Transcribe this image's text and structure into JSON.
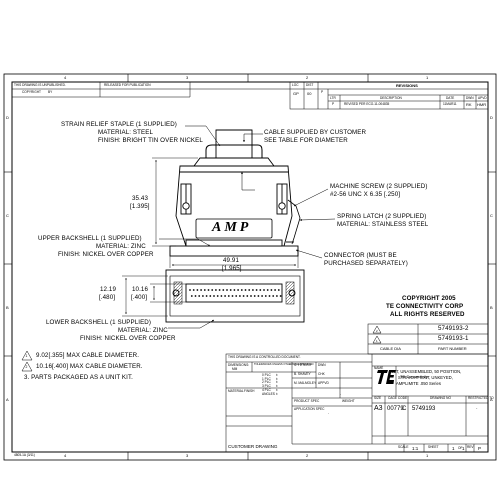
{
  "border": {
    "top_numbers": [
      "4",
      "3",
      "2",
      "1"
    ],
    "bottom_numbers": [
      "4",
      "3",
      "2",
      "1"
    ],
    "left_letters": [
      "D",
      "C",
      "B",
      "A"
    ],
    "right_letters": [
      "D",
      "C",
      "B",
      "A"
    ]
  },
  "header": {
    "unpublished_note": "THIS DRAWING IS UNPUBLISHED.",
    "release_note": "RELEASED FOR PUBLICATION",
    "copyright_line": "COPYRIGHT",
    "by_label": "BY"
  },
  "rev_block": {
    "loc_label": "LOC",
    "dist_label": "DIST",
    "loc_value": "GP",
    "dist_value": "00",
    "title": "REVISIONS",
    "col_p": "P",
    "col_ltr": "LTR",
    "col_desc": "DESCRIPTION",
    "col_date": "DATE",
    "col_dwn": "DWN",
    "col_apvd": "APVD",
    "row_ltr": "P",
    "row_desc": "REVISED PER ECO-11-004835",
    "row_date": "11MAR11",
    "row_dwn": "RK",
    "row_apvd": "HMR"
  },
  "callouts": {
    "strain_relief": [
      "STRAIN RELIEF STAPLE (1 SUPPLIED)",
      "MATERIAL: STEEL",
      "FINISH: BRIGHT TIN OVER NICKEL"
    ],
    "cable": [
      "CABLE SUPPLIED BY CUSTOMER",
      "SEE TABLE FOR DIAMETER"
    ],
    "screw": [
      "MACHINE SCREW (2 SUPPLIED)",
      "#2-56 UNC X 6.35 [.250]"
    ],
    "latch": [
      "SPRING LATCH (2 SUPPLIED)",
      "MATERIAL: STAINLESS STEEL"
    ],
    "upper_backshell": [
      "UPPER BACKSHELL (1 SUPPLIED)",
      "MATERIAL: ZINC",
      "FINISH: NICKEL OVER COPPER"
    ],
    "connector": [
      "CONNECTOR (MUST BE",
      "PURCHASED SEPARATELY)"
    ],
    "lower_backshell": [
      "LOWER BACKSHELL (1 SUPPLIED)",
      "MATERIAL: ZINC",
      "FINISH: NICKEL OVER COPPER"
    ]
  },
  "dimensions": {
    "height": "35.43",
    "height_in": "[1.395]",
    "width": "49.91",
    "width_in": "[1.965]",
    "left_h": "12.19",
    "left_h_in": "[.480]",
    "mid_h": "10.16",
    "mid_h_in": "[.400]"
  },
  "logo_text": "AMP",
  "notes": {
    "n1_num": "1",
    "n1": "9.02[.355] MAX CABLE DIAMETER.",
    "n2_num": "2",
    "n2": "10.16[.400] MAX CABLE DIAMETER.",
    "n3": "3.  PARTS PACKAGED AS A UNIT KIT."
  },
  "copyright": [
    "COPYRIGHT 2005",
    "TE CONNECTIVITY CORP",
    "ALL RIGHTS RESERVED"
  ],
  "cable_table": {
    "rows": [
      {
        "dia_num": "2",
        "part": "5749193-2"
      },
      {
        "dia_num": "1",
        "part": "5749193-1"
      }
    ],
    "col_dia": "CABLE DIA",
    "col_part": "PART NUMBER"
  },
  "title_block": {
    "controlled": "THIS DRAWING IS A CONTROLLED DOCUMENT.",
    "dwn_label": "DWN",
    "dwn_name": "S. PETERS",
    "chk_label": "CHK",
    "chk_name": "B. SHAVEY",
    "appvd_label": "APPVD",
    "appvd_name": "M. MALMOLEY",
    "dimensions_label": "DIMENSIONS:",
    "dimensions_value": "MM",
    "tolerances_label": "TOLERANCES UNLESS OTHERWISE SPECIFIED:",
    "tol_rows": [
      "0 PLC",
      "1 PLC",
      "2 PLC",
      "3 PLC",
      "4 PLC",
      "ANGLES"
    ],
    "tol_values": [
      "±",
      "±",
      "±",
      "±",
      "±",
      "±"
    ],
    "material_label": "MATERIAL",
    "finish_label": "FINISH",
    "weight_label": "WEIGHT",
    "product_spec_label": "PRODUCT SPEC",
    "application_spec_label": "APPLICATION SPEC",
    "dash": "-",
    "company": "TE Connectivity",
    "name_label": "NAME",
    "title_lines": [
      "KIT, UNASSEMBLED, 50 POSITION,",
      "STRAIGHT EXIT, UNKEYED,",
      "AMPLIMITE .050 Series"
    ],
    "size_label": "SIZE",
    "cage_label": "CAGE CODE",
    "dwg_label": "DRAWING NO",
    "restricted_label": "RESTRICTED TO",
    "size": "A3",
    "cage": "00779",
    "dwg_prefix": "C",
    "dwg_no": "5749193",
    "restricted": "-",
    "doc_type": "CUSTOMER DRAWING",
    "scale_label": "SCALE",
    "scale": "1:1",
    "sheet_label": "SHEET",
    "sheet": "1",
    "of_label": "OF",
    "sheet_total": "1",
    "rev_label": "REV",
    "rev": "P"
  },
  "form_id": "4805-1A  (3/11)"
}
